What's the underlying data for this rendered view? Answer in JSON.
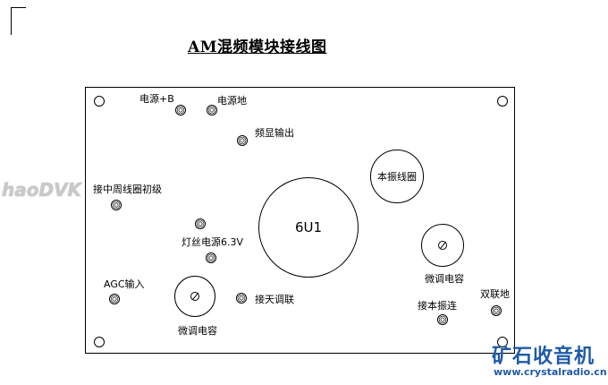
{
  "title": "AM混频模块接线图",
  "labels": {
    "power_plus_b": "电源+B",
    "power_gnd": "电源地",
    "freq_display_out": "频显输出",
    "if_coil_primary": "接中周线圈初级",
    "filament_power": "灯丝电源6.3V",
    "agc_input": "AGC输入",
    "antenna_tune": "接天调联",
    "tune_cap_left": "微调电容",
    "tube": "6U1",
    "osc_coil": "本振线圈",
    "tune_cap_right": "微调电容",
    "osc_connect": "接本振连",
    "dual_gang_gnd": "双联地"
  },
  "watermark": "haoDVK",
  "logo": {
    "text": "矿石收音机",
    "url": "www.crystalradio.cn",
    "color": "#1f5aa8"
  }
}
